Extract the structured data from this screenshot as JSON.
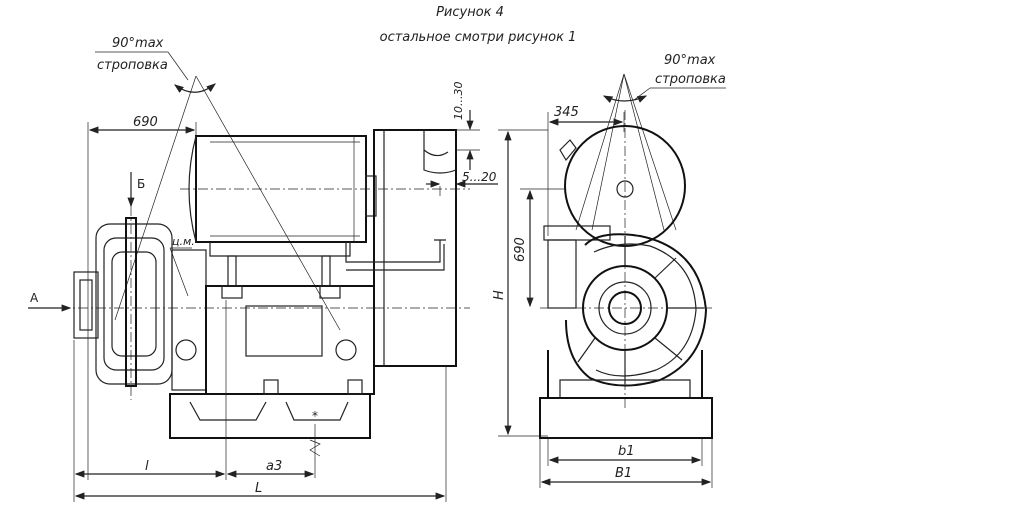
{
  "header": {
    "title": "Рисунок 4",
    "subtitle": "остальное смотри рисунок 1"
  },
  "labels": {
    "sling_angle_left": "90°max",
    "sling_word_left": "строповка",
    "sling_angle_right": "90°max",
    "sling_word_right": "строповка",
    "dim_690_top": "690",
    "dim_690_side": "690",
    "dim_345": "345",
    "dim_10_30": "10...30",
    "dim_5_20": "5...20",
    "view_b": "Б",
    "view_a": "А",
    "cm_mark": "ц.м.",
    "dim_l": "l",
    "dim_a3": "a3",
    "dim_L": "L",
    "dim_H": "H",
    "dim_b1": "b1",
    "dim_B1": "B1",
    "star": "*"
  }
}
